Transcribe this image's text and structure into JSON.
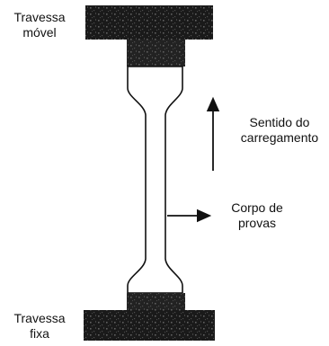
{
  "labels": {
    "top_crosshead": {
      "line1": "Travessa",
      "line2": "móvel"
    },
    "bottom_crosshead": {
      "line1": "Travessa",
      "line2": "fixa"
    },
    "load_direction": {
      "line1": "Sentido do",
      "line2": "carregamento"
    },
    "specimen": {
      "line1": "Corpo de",
      "line2": "provas"
    }
  },
  "colors": {
    "crosshead_fill": "#1a1a1a",
    "grip_fill": "#222222",
    "stroke": "#111111"
  }
}
